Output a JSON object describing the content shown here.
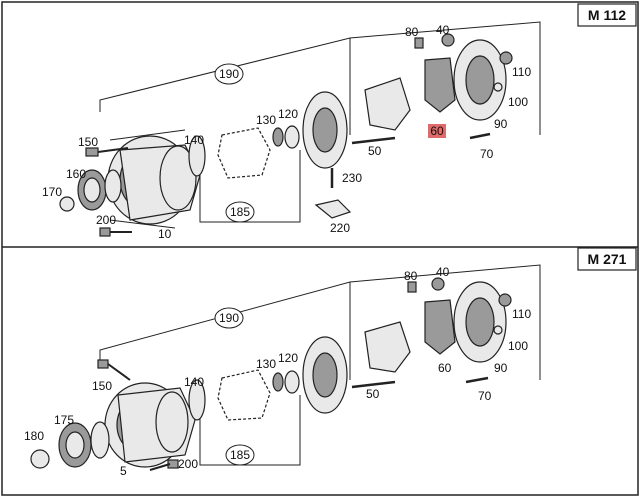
{
  "panels": [
    {
      "model": "M 112",
      "highlight_color": "#e06a6a",
      "callouts": {
        "p190": "190",
        "p150": "150",
        "p140": "140",
        "p130": "130",
        "p120": "120",
        "p160": "160",
        "p170": "170",
        "p200": "200",
        "p10": "10",
        "p185": "185",
        "p80": "80",
        "p40": "40",
        "p110": "110",
        "p100": "100",
        "p90": "90",
        "p60": "60",
        "p70": "70",
        "p50": "50",
        "p230": "230",
        "p220": "220"
      }
    },
    {
      "model": "M 271",
      "callouts": {
        "p190": "190",
        "p150": "150",
        "p140": "140",
        "p130": "130",
        "p120": "120",
        "p175": "175",
        "p180": "180",
        "p200": "200",
        "p5": "5",
        "p185": "185",
        "p80": "80",
        "p40": "40",
        "p110": "110",
        "p100": "100",
        "p90": "90",
        "p60": "60",
        "p70": "70",
        "p50": "50"
      }
    }
  ]
}
